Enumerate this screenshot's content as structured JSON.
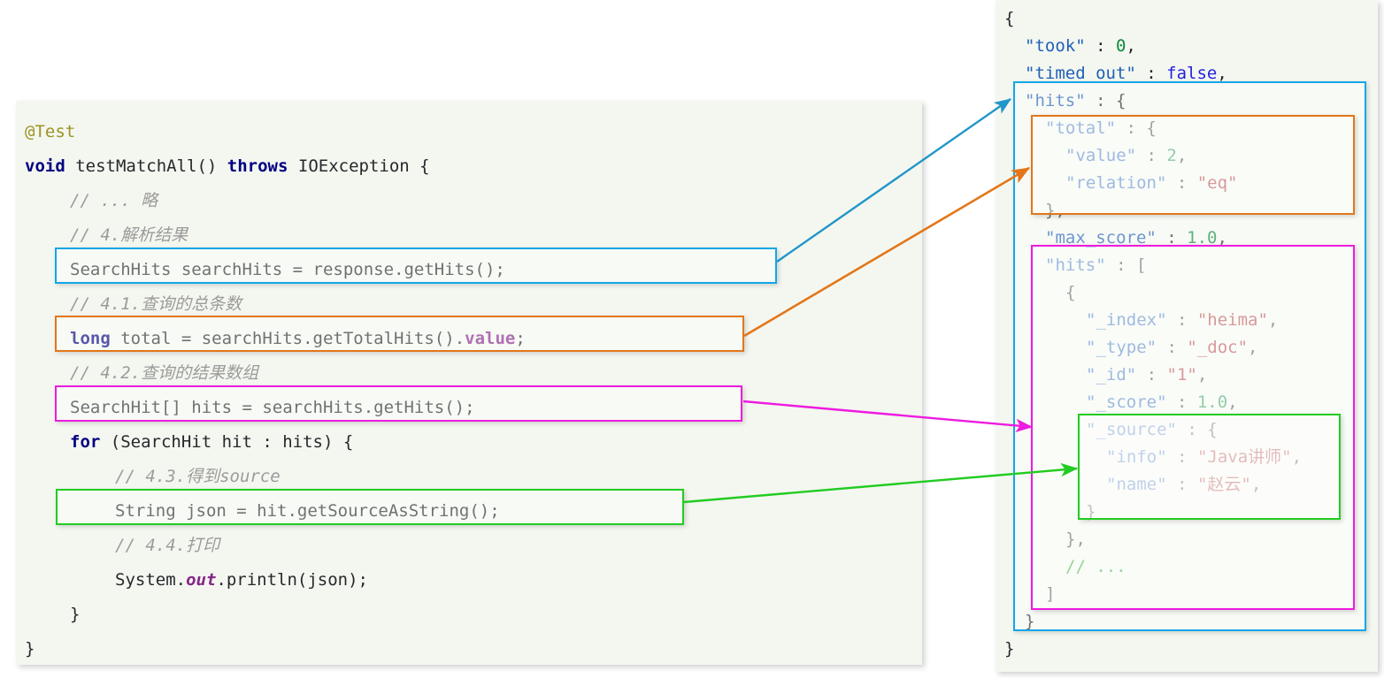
{
  "code_panel": {
    "language": "java",
    "lines": [
      {
        "indent": 0,
        "tokens": [
          {
            "text": "@Test",
            "style": "annotation"
          }
        ]
      },
      {
        "indent": 0,
        "tokens": [
          {
            "text": "void",
            "style": "keyword"
          },
          {
            "text": " testMatchAll() ",
            "style": "plain"
          },
          {
            "text": "throws",
            "style": "keyword"
          },
          {
            "text": " IOException {",
            "style": "plain"
          }
        ]
      },
      {
        "indent": 1,
        "tokens": [
          {
            "text": "// ... 略",
            "style": "comment"
          }
        ]
      },
      {
        "indent": 1,
        "tokens": [
          {
            "text": "// 4.解析结果",
            "style": "comment"
          }
        ]
      },
      {
        "indent": 1,
        "tokens": [
          {
            "text": "SearchHits searchHits = response.getHits();",
            "style": "plain"
          }
        ]
      },
      {
        "indent": 1,
        "tokens": [
          {
            "text": "// 4.1.查询的总条数",
            "style": "comment"
          }
        ]
      },
      {
        "indent": 1,
        "tokens": [
          {
            "text": "long",
            "style": "keyword"
          },
          {
            "text": " total = searchHits.getTotalHits().",
            "style": "plain"
          },
          {
            "text": "value",
            "style": "field"
          },
          {
            "text": ";",
            "style": "plain"
          }
        ]
      },
      {
        "indent": 1,
        "tokens": [
          {
            "text": "// 4.2.查询的结果数组",
            "style": "comment"
          }
        ]
      },
      {
        "indent": 1,
        "tokens": [
          {
            "text": "SearchHit[] hits = searchHits.getHits();",
            "style": "plain"
          }
        ]
      },
      {
        "indent": 1,
        "tokens": [
          {
            "text": "for",
            "style": "keyword"
          },
          {
            "text": " (SearchHit hit : hits) {",
            "style": "plain"
          }
        ]
      },
      {
        "indent": 2,
        "tokens": [
          {
            "text": "// 4.3.得到source",
            "style": "comment"
          }
        ]
      },
      {
        "indent": 2,
        "tokens": [
          {
            "text": "String json = hit.getSourceAsString();",
            "style": "plain"
          }
        ]
      },
      {
        "indent": 2,
        "tokens": [
          {
            "text": "// 4.4.打印",
            "style": "comment"
          }
        ]
      },
      {
        "indent": 2,
        "tokens": [
          {
            "text": "System.",
            "style": "plain"
          },
          {
            "text": "out",
            "style": "field-italic"
          },
          {
            "text": ".println(json);",
            "style": "plain"
          }
        ]
      },
      {
        "indent": 1,
        "tokens": [
          {
            "text": "}",
            "style": "plain"
          }
        ]
      },
      {
        "indent": 0,
        "tokens": [
          {
            "text": "}",
            "style": "plain"
          }
        ]
      }
    ]
  },
  "json_panel": {
    "lines": [
      {
        "indent": 0,
        "tokens": [
          {
            "text": "{",
            "style": "punct"
          }
        ]
      },
      {
        "indent": 1,
        "tokens": [
          {
            "text": "\"took\"",
            "style": "key"
          },
          {
            "text": " : ",
            "style": "punct"
          },
          {
            "text": "0",
            "style": "number"
          },
          {
            "text": ",",
            "style": "punct"
          }
        ]
      },
      {
        "indent": 1,
        "tokens": [
          {
            "text": "\"timed_out\"",
            "style": "key"
          },
          {
            "text": " : ",
            "style": "punct"
          },
          {
            "text": "false",
            "style": "boolean"
          },
          {
            "text": ",",
            "style": "punct"
          }
        ]
      },
      {
        "indent": 1,
        "tokens": [
          {
            "text": "\"hits\"",
            "style": "key"
          },
          {
            "text": " : {",
            "style": "punct"
          }
        ]
      },
      {
        "indent": 2,
        "tokens": [
          {
            "text": "\"total\"",
            "style": "key"
          },
          {
            "text": " : {",
            "style": "punct"
          }
        ]
      },
      {
        "indent": 3,
        "tokens": [
          {
            "text": "\"value\"",
            "style": "key"
          },
          {
            "text": " : ",
            "style": "punct"
          },
          {
            "text": "2",
            "style": "number"
          },
          {
            "text": ",",
            "style": "punct"
          }
        ]
      },
      {
        "indent": 3,
        "tokens": [
          {
            "text": "\"relation\"",
            "style": "key"
          },
          {
            "text": " : ",
            "style": "punct"
          },
          {
            "text": "\"eq\"",
            "style": "string"
          }
        ]
      },
      {
        "indent": 2,
        "tokens": [
          {
            "text": "},",
            "style": "punct"
          }
        ]
      },
      {
        "indent": 2,
        "tokens": [
          {
            "text": "\"max_score\"",
            "style": "key"
          },
          {
            "text": " : ",
            "style": "punct"
          },
          {
            "text": "1.0",
            "style": "number"
          },
          {
            "text": ",",
            "style": "punct"
          }
        ]
      },
      {
        "indent": 2,
        "tokens": [
          {
            "text": "\"hits\"",
            "style": "key"
          },
          {
            "text": " : [",
            "style": "punct"
          }
        ]
      },
      {
        "indent": 3,
        "tokens": [
          {
            "text": "{",
            "style": "punct"
          }
        ]
      },
      {
        "indent": 4,
        "tokens": [
          {
            "text": "\"_index\"",
            "style": "key"
          },
          {
            "text": " : ",
            "style": "punct"
          },
          {
            "text": "\"heima\"",
            "style": "string"
          },
          {
            "text": ",",
            "style": "punct"
          }
        ]
      },
      {
        "indent": 4,
        "tokens": [
          {
            "text": "\"_type\"",
            "style": "key"
          },
          {
            "text": " : ",
            "style": "punct"
          },
          {
            "text": "\"_doc\"",
            "style": "string"
          },
          {
            "text": ",",
            "style": "punct"
          }
        ]
      },
      {
        "indent": 4,
        "tokens": [
          {
            "text": "\"_id\"",
            "style": "key"
          },
          {
            "text": " : ",
            "style": "punct"
          },
          {
            "text": "\"1\"",
            "style": "string"
          },
          {
            "text": ",",
            "style": "punct"
          }
        ]
      },
      {
        "indent": 4,
        "tokens": [
          {
            "text": "\"_score\"",
            "style": "key"
          },
          {
            "text": " : ",
            "style": "punct"
          },
          {
            "text": "1.0",
            "style": "number"
          },
          {
            "text": ",",
            "style": "punct"
          }
        ]
      },
      {
        "indent": 4,
        "tokens": [
          {
            "text": "\"_source\"",
            "style": "key"
          },
          {
            "text": " : {",
            "style": "punct"
          }
        ]
      },
      {
        "indent": 5,
        "tokens": [
          {
            "text": "\"info\"",
            "style": "key"
          },
          {
            "text": " : ",
            "style": "punct"
          },
          {
            "text": "\"Java讲师\"",
            "style": "string"
          },
          {
            "text": ",",
            "style": "punct"
          }
        ]
      },
      {
        "indent": 5,
        "tokens": [
          {
            "text": "\"name\"",
            "style": "key"
          },
          {
            "text": " : ",
            "style": "punct"
          },
          {
            "text": "\"赵云\"",
            "style": "string"
          },
          {
            "text": ",",
            "style": "punct"
          }
        ]
      },
      {
        "indent": 4,
        "tokens": [
          {
            "text": "}",
            "style": "punct"
          }
        ]
      },
      {
        "indent": 3,
        "tokens": [
          {
            "text": "},",
            "style": "punct"
          }
        ]
      },
      {
        "indent": 3,
        "tokens": [
          {
            "text": "// ...",
            "style": "json-comment"
          }
        ]
      },
      {
        "indent": 2,
        "tokens": [
          {
            "text": "]",
            "style": "punct"
          }
        ]
      },
      {
        "indent": 1,
        "tokens": [
          {
            "text": "}",
            "style": "punct"
          }
        ]
      },
      {
        "indent": 0,
        "tokens": [
          {
            "text": "}",
            "style": "punct"
          }
        ]
      }
    ]
  },
  "annotations": {
    "colors": {
      "blue": "#14a6e8",
      "orange": "#e3761a",
      "magenta": "#ee1ae0",
      "green": "#22cc22"
    },
    "mappings": [
      {
        "name": "search-hits",
        "color": "blue",
        "code_line": "SearchHits searchHits = response.getHits();",
        "json_target": "\"hits\" : {"
      },
      {
        "name": "total-hits",
        "color": "orange",
        "code_line": "long total = searchHits.getTotalHits().value;",
        "json_target": "\"total\" : {"
      },
      {
        "name": "hits-array",
        "color": "magenta",
        "code_line": "SearchHit[] hits = searchHits.getHits();",
        "json_target": "\"hits\" : ["
      },
      {
        "name": "source-json",
        "color": "green",
        "code_line": "String json = hit.getSourceAsString();",
        "json_target": "\"_source\" : {"
      }
    ]
  }
}
